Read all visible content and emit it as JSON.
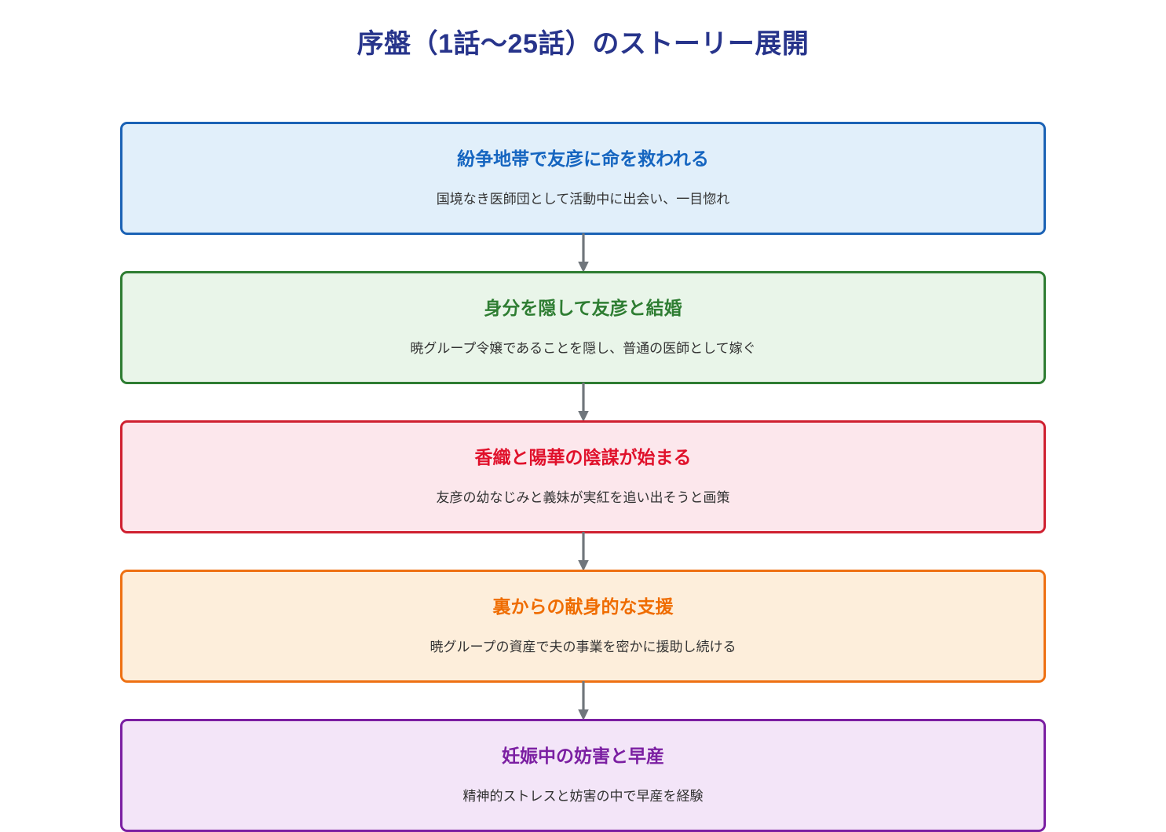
{
  "diagram": {
    "title": "序盤（1話～25話）のストーリー展開",
    "title_color": "#27348b",
    "type": "flowchart",
    "direction": "top-to-bottom",
    "connector": {
      "icon": "down-arrow-icon",
      "color": "#70767c"
    },
    "nodes": [
      {
        "id": "node-1",
        "title": "紛争地帯で友彦に命を救われる",
        "description": "国境なき医師団として活動中に出会い、一目惚れ",
        "title_color": "#1565c0",
        "border_color": "#1b62b5",
        "fill_color": "#e1effa"
      },
      {
        "id": "node-2",
        "title": "身分を隠して友彦と結婚",
        "description": "暁グループ令嬢であることを隠し、普通の医師として嫁ぐ",
        "title_color": "#2e7d32",
        "border_color": "#2e7d32",
        "fill_color": "#e9f5e9"
      },
      {
        "id": "node-3",
        "title": "香織と陽華の陰謀が始まる",
        "description": "友彦の幼なじみと義妹が実紅を追い出そうと画策",
        "title_color": "#e0112b",
        "border_color": "#cf2030",
        "fill_color": "#fce7ec"
      },
      {
        "id": "node-4",
        "title": "裏からの献身的な支援",
        "description": "暁グループの資産で夫の事業を密かに援助し続ける",
        "title_color": "#ef6c00",
        "border_color": "#ee7012",
        "fill_color": "#fdeedb"
      },
      {
        "id": "node-5",
        "title": "妊娠中の妨害と早産",
        "description": "精神的ストレスと妨害の中で早産を経験",
        "title_color": "#7b1fa2",
        "border_color": "#7b1fa2",
        "fill_color": "#f3e5f8"
      }
    ]
  }
}
